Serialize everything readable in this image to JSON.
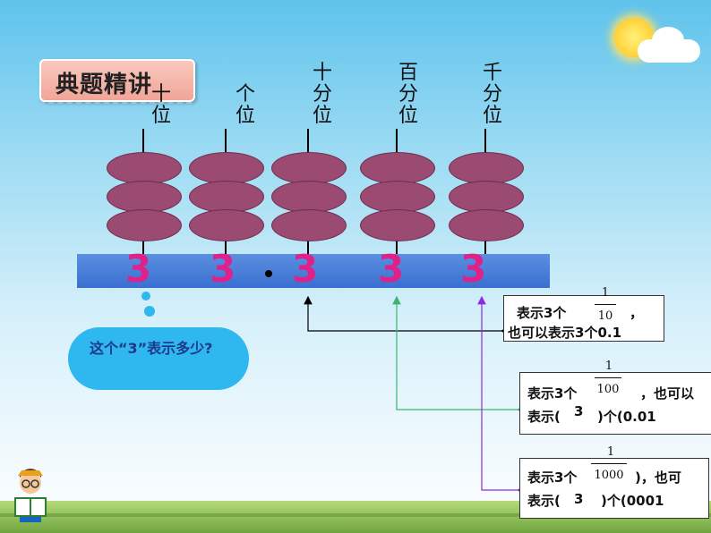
{
  "slide": {
    "title": "典题精讲",
    "bubble_text": "这个“3”表示多少?"
  },
  "place_values": [
    {
      "lines": [
        "十",
        "位"
      ]
    },
    {
      "lines": [
        "个",
        "位"
      ]
    },
    {
      "lines": [
        "十",
        "分",
        "位"
      ]
    },
    {
      "lines": [
        "百",
        "分",
        "位"
      ]
    },
    {
      "lines": [
        "千",
        "分",
        "位"
      ]
    }
  ],
  "digits": [
    "3",
    "3",
    "3",
    "3",
    "3"
  ],
  "notes": [
    {
      "prefix": "表示3个",
      "suffix": "，",
      "line2": "也可以表示3个0.1",
      "frac_num": "1",
      "frac_den": "10"
    },
    {
      "prefix": "表示3个",
      "suffix": "，也可以",
      "line2_a": "表示(",
      "line2_blank": "3",
      "line2_b": ")个(0.01",
      "frac_num": "1",
      "frac_den": "100"
    },
    {
      "prefix": "表示3个",
      "suffix": ")，也可",
      "line2_a": "表示(",
      "line2_blank": "3",
      "line2_b": ")个(0001",
      "frac_num": "1",
      "frac_den": "1000"
    }
  ],
  "colors": {
    "bead": "#9b4a72",
    "bar": "#3a6fd1",
    "digit": "#e0218a",
    "bubble": "#2fb8ef",
    "arrow_black": "#000000",
    "arrow_green": "#3cb371",
    "arrow_purple": "#8a2be2"
  }
}
